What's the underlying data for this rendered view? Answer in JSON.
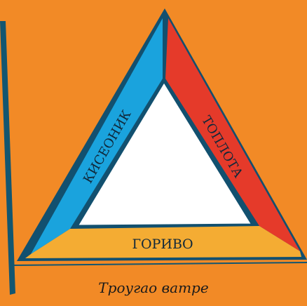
{
  "colors": {
    "background": "#f28a26",
    "outline": "#12506f",
    "oxygen_side": "#1aa3dd",
    "heat_side": "#e53a2a",
    "fuel_side": "#f4ac33",
    "center": "#ffffff",
    "flag_pole": "#135670"
  },
  "sides": {
    "oxygen": "КИСЕОНИК",
    "heat": "ТОПЛОТА",
    "fuel": "ГОРИВО"
  },
  "caption": "Троугао ватре"
}
